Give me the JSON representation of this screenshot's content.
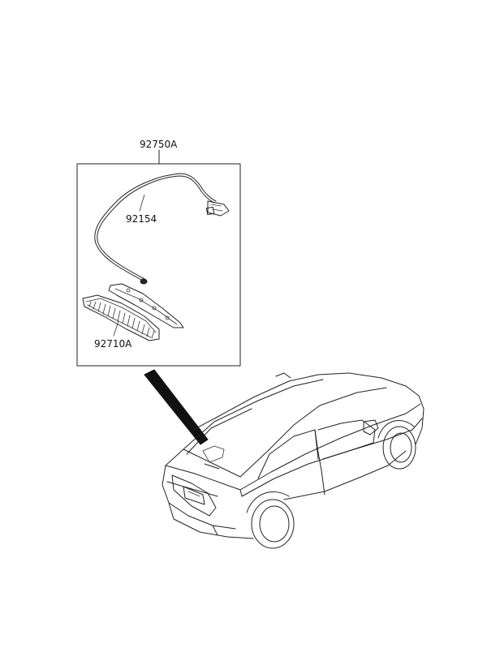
{
  "parts": {
    "assembly": "92750A",
    "wiring": "92154",
    "lamp": "92710A"
  }
}
